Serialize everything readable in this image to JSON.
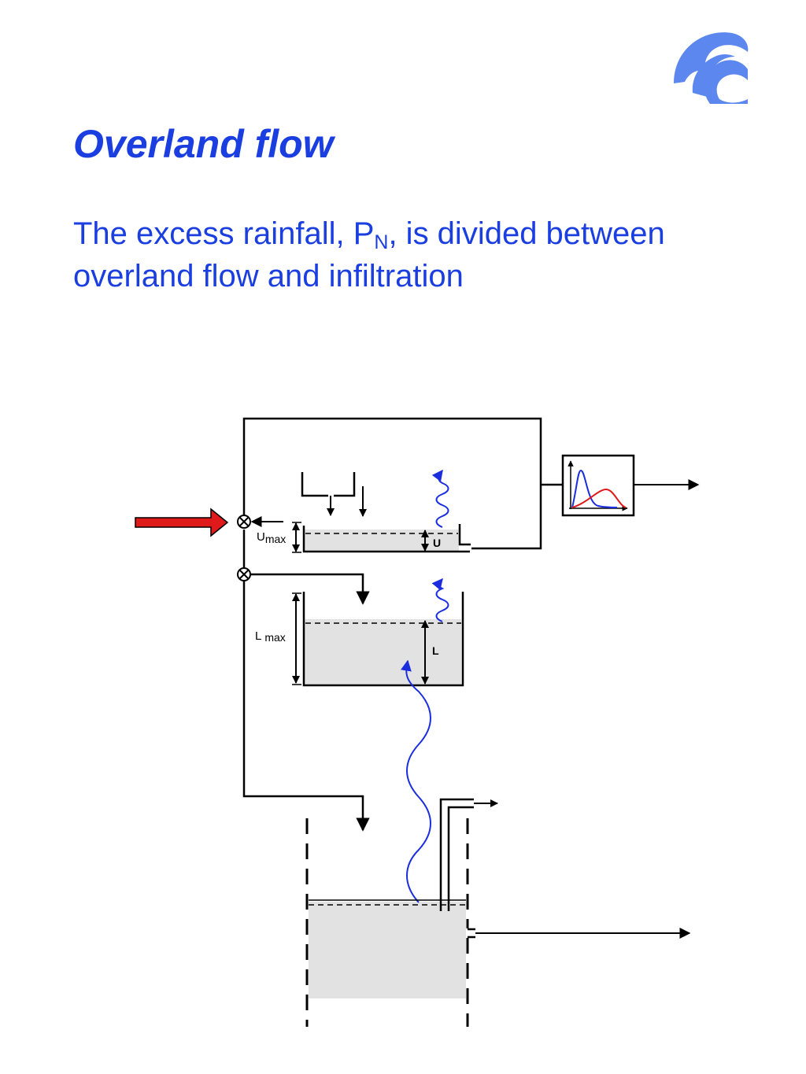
{
  "slide": {
    "title": "Overland flow",
    "subtitle": {
      "part1": "The excess rainfall, P",
      "sub": "N",
      "part2": ", is divided between overland flow and infiltration"
    }
  },
  "diagram": {
    "labels": {
      "umax_main": "U",
      "umax_sub": "max",
      "u": "U",
      "lmax_main": "L",
      "lmax_sub": "max",
      "l": "L"
    },
    "hydrograph_curves": [
      {
        "color": "#1a2ee0"
      },
      {
        "color": "#e01a1a"
      }
    ]
  },
  "colors": {
    "accent_blue": "#1a3ee0",
    "logo_blue": "#5b87ee",
    "input_arrow": "#e01a1a",
    "water_fill": "#e2e2e2"
  },
  "icons": {
    "logo": "wave-logo-icon",
    "input": "red-arrow-icon"
  }
}
